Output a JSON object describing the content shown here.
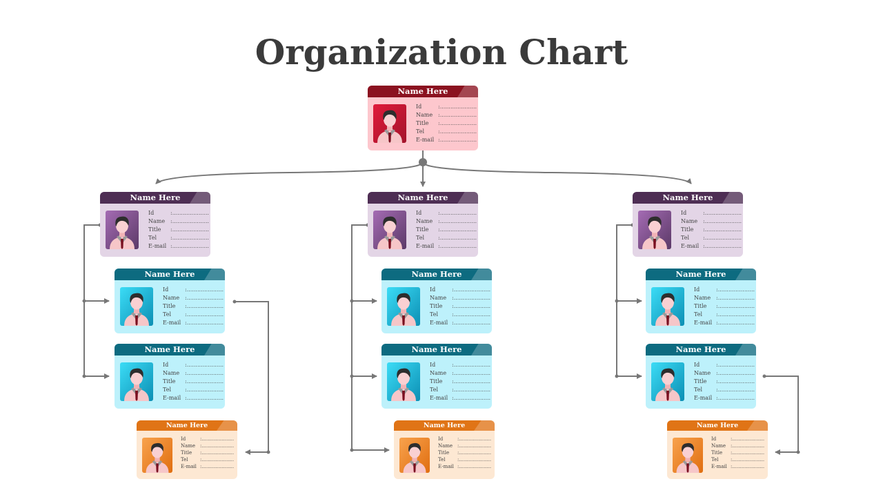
{
  "title": "Organization Chart",
  "colors": {
    "red_header": "#8b1220",
    "red_body": "#fdc7cd",
    "purple_header": "#4e2e54",
    "purple_body": "#e3d5e6",
    "teal_header": "#0d6b80",
    "teal_body": "#bdf1fb",
    "orange_header": "#e07416",
    "orange_body": "#fde8d3",
    "connector": "#777777"
  },
  "field_labels": [
    "Id",
    "Name",
    "Title",
    "Tel",
    "E-mail"
  ],
  "field_placeholder": ":.....................",
  "cards": [
    {
      "name": "Name Here",
      "theme": "red"
    },
    {
      "name": "Name Here",
      "theme": "purple"
    },
    {
      "name": "Name Here",
      "theme": "purple"
    },
    {
      "name": "Name Here",
      "theme": "purple"
    },
    {
      "name": "Name Here",
      "theme": "teal"
    },
    {
      "name": "Name Here",
      "theme": "teal"
    },
    {
      "name": "Name Here",
      "theme": "orange"
    },
    {
      "name": "Name Here",
      "theme": "teal"
    },
    {
      "name": "Name Here",
      "theme": "teal"
    },
    {
      "name": "Name Here",
      "theme": "orange"
    },
    {
      "name": "Name Here",
      "theme": "teal"
    },
    {
      "name": "Name Here",
      "theme": "teal"
    },
    {
      "name": "Name Here",
      "theme": "orange"
    }
  ]
}
